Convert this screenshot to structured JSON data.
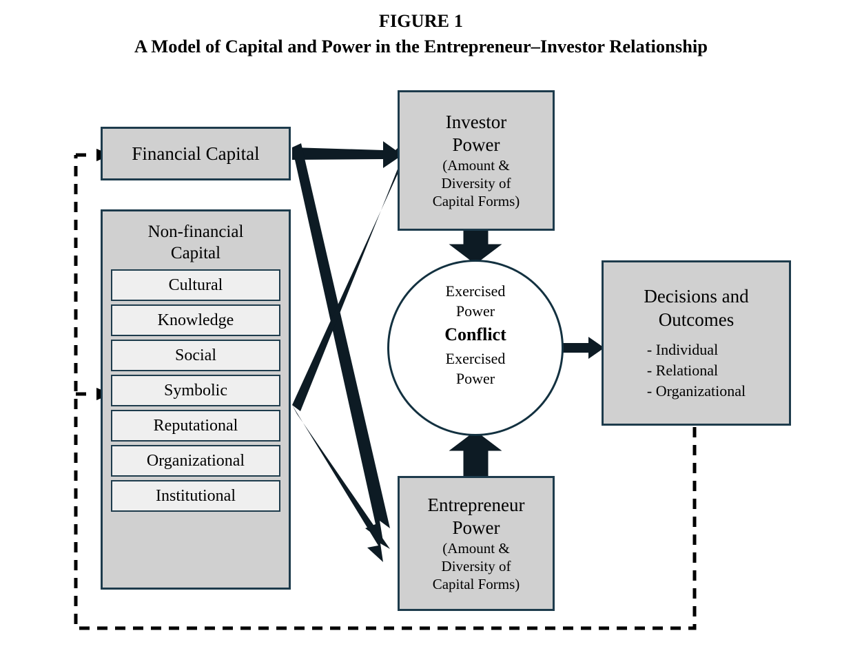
{
  "figure": {
    "label": "FIGURE 1",
    "subtitle": "A Model of Capital and Power in the Entrepreneur–Investor Relationship"
  },
  "colors": {
    "box_fill": "#d0d0d0",
    "box_border": "#1d3b4c",
    "chip_fill": "#efefef",
    "circle_stroke": "#133140",
    "arrow_fill": "#0d1b24",
    "dashed_line": "#000000",
    "background": "#ffffff"
  },
  "nodes": {
    "financial_capital": {
      "label": "Financial Capital"
    },
    "nonfinancial_capital": {
      "heading_line1": "Non-financial",
      "heading_line2": "Capital",
      "items": [
        "Cultural",
        "Knowledge",
        "Social",
        "Symbolic",
        "Reputational",
        "Organizational",
        "Institutional"
      ]
    },
    "investor_power": {
      "title_line1": "Investor",
      "title_line2": "Power",
      "detail_line1": "(Amount &",
      "detail_line2": "Diversity of",
      "detail_line3": "Capital Forms)"
    },
    "entrepreneur_power": {
      "title_line1": "Entrepreneur",
      "title_line2": "Power",
      "detail_line1": "(Amount &",
      "detail_line2": "Diversity of",
      "detail_line3": "Capital Forms)"
    },
    "conflict": {
      "top_line1": "Exercised",
      "top_line2": "Power",
      "center": "Conflict",
      "bottom_line1": "Exercised",
      "bottom_line2": "Power"
    },
    "decisions": {
      "heading_line1": "Decisions and",
      "heading_line2": "Outcomes",
      "items": [
        "- Individual",
        "- Relational",
        "- Organizational"
      ]
    }
  },
  "edges": [
    {
      "name": "financial-to-investor",
      "style": "solid-thick"
    },
    {
      "name": "financial-to-entrepreneur",
      "style": "solid-thick"
    },
    {
      "name": "nonfinancial-to-investor",
      "style": "solid-thick"
    },
    {
      "name": "nonfinancial-to-entrepreneur",
      "style": "solid-thick"
    },
    {
      "name": "investor-to-conflict",
      "style": "block-arrow-down"
    },
    {
      "name": "entrepreneur-to-conflict",
      "style": "block-arrow-up"
    },
    {
      "name": "conflict-to-decisions",
      "style": "solid-thin"
    },
    {
      "name": "decisions-feedback-to-financial",
      "style": "dashed"
    },
    {
      "name": "decisions-feedback-to-nonfinancial",
      "style": "dashed"
    }
  ]
}
